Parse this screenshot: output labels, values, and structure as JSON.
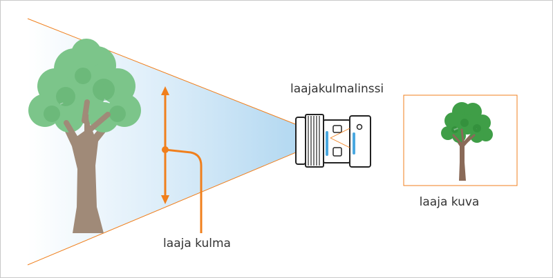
{
  "labels": {
    "lens": "laajakulmalinssi",
    "wide_image": "laaja kuva",
    "wide_angle": "laaja kulma"
  },
  "colors": {
    "accent": "#f07f1c",
    "frame_border": "#c8c8c8",
    "light_blue": "#d9ecf8",
    "tree_leaf_big": "#7cc58a",
    "tree_leaf_small": "#3f9e47",
    "trunk": "#a08a78",
    "lens_glass": "#4aa8e0"
  },
  "icons": {
    "tree_large": "large-tree-icon",
    "tree_small": "small-tree-icon",
    "lens": "camera-lens-icon",
    "arrow": "vertical-double-arrow-icon"
  }
}
